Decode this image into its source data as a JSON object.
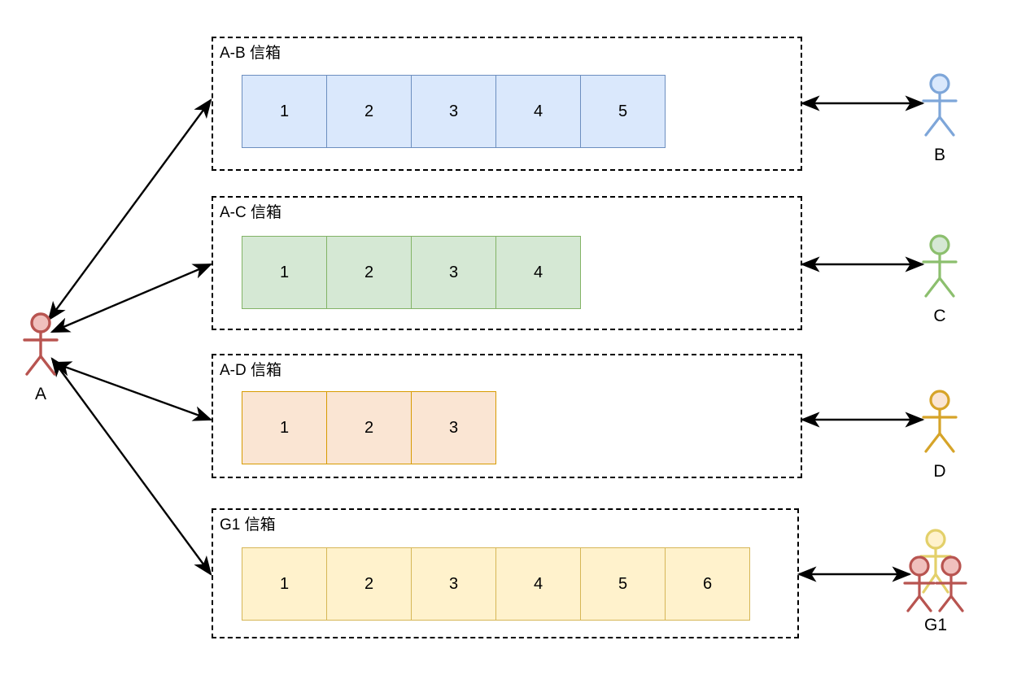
{
  "diagram": {
    "title": "",
    "sender": {
      "label": "A",
      "color": "#b85450",
      "head_fill": "#f0c0bd"
    },
    "mailboxes": [
      {
        "id": "a-b",
        "title": "A-B 信箱",
        "slots": [
          "1",
          "2",
          "3",
          "4",
          "5"
        ],
        "fill": "#dae8fc",
        "stroke": "#6c8ebf",
        "receiver": {
          "label": "B",
          "type": "single",
          "color": "#7ea6d9",
          "head_fill": "#dae8fc"
        }
      },
      {
        "id": "a-c",
        "title": "A-C 信箱",
        "slots": [
          "1",
          "2",
          "3",
          "4"
        ],
        "fill": "#d5e8d4",
        "stroke": "#82b366",
        "receiver": {
          "label": "C",
          "type": "single",
          "color": "#8cbf6e",
          "head_fill": "#d5e8d4"
        }
      },
      {
        "id": "a-d",
        "title": "A-D 信箱",
        "slots": [
          "1",
          "2",
          "3"
        ],
        "fill": "#fae5d3",
        "stroke": "#d79b00",
        "receiver": {
          "label": "D",
          "type": "single",
          "color": "#d6a429",
          "head_fill": "#fae5d3"
        }
      },
      {
        "id": "g1",
        "title": "G1 信箱",
        "slots": [
          "1",
          "2",
          "3",
          "4",
          "5",
          "6"
        ],
        "fill": "#fff2cc",
        "stroke": "#d6b656",
        "receiver": {
          "label": "G1",
          "type": "group",
          "color": "#b85450",
          "head_fill": "#f0c0bd",
          "back_color": "#e3d06a",
          "back_head_fill": "#fff2cc"
        }
      }
    ],
    "connectors": {
      "style": "double-headed-arrow",
      "color": "#000000"
    }
  }
}
